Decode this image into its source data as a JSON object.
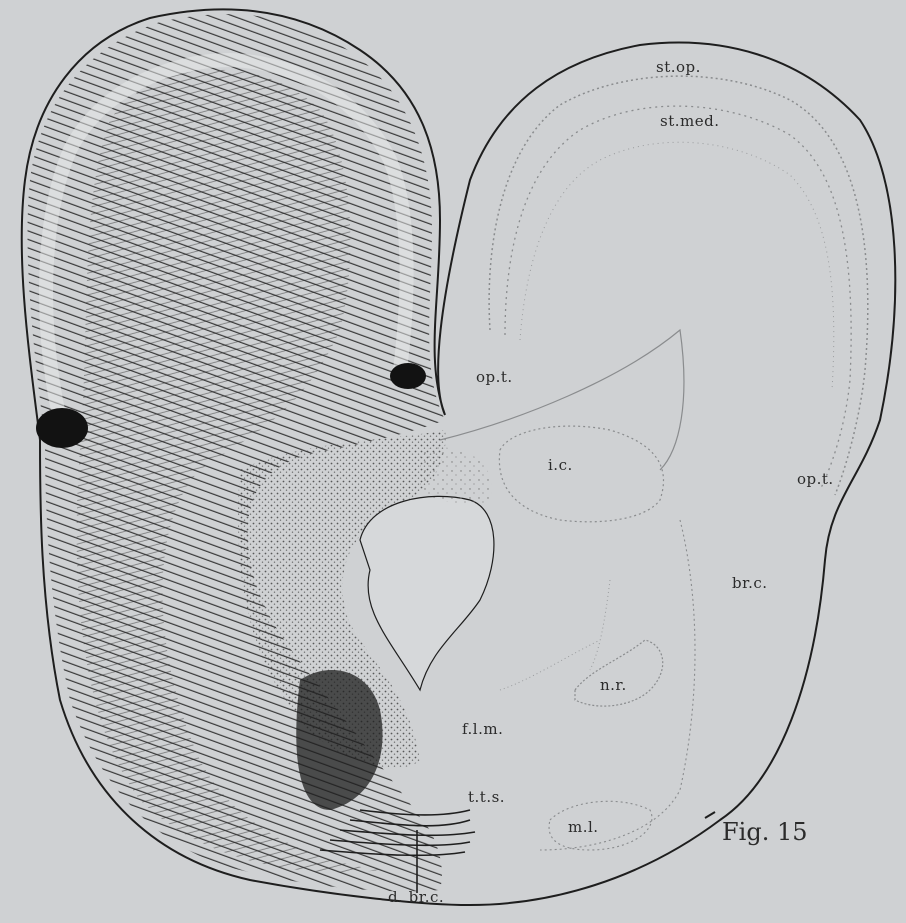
{
  "figure": {
    "caption": "Fig. 15",
    "labels": {
      "st_op": "st.op.",
      "st_med": "st.med.",
      "op_t_left": "op.t.",
      "op_t_right": "op.t.",
      "i_c": "i.c.",
      "br_c": "br.c.",
      "n_r": "n.r.",
      "f_l_m": "f.l.m.",
      "t_t_s": "t.t.s.",
      "m_l": "m.l.",
      "d_br_c": "d. br.c."
    }
  },
  "colors": {
    "background": "#cfd1d3",
    "ink": "#1e1e1e",
    "stipple": "#8a8c8e"
  }
}
